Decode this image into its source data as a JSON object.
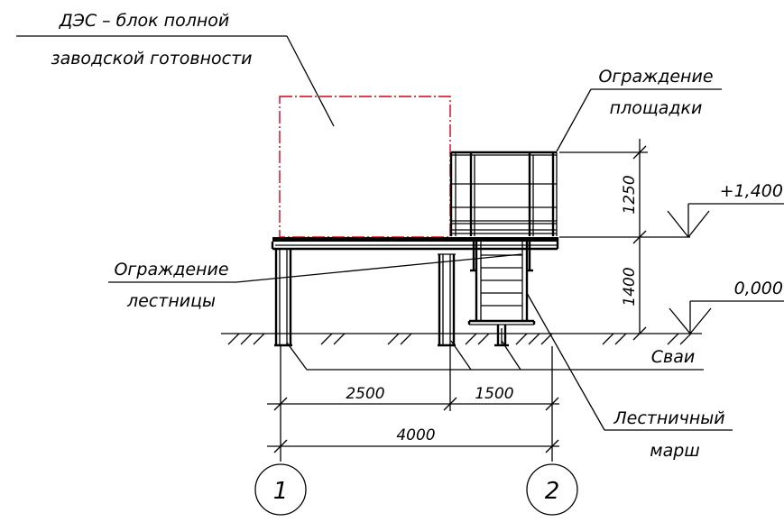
{
  "labels": {
    "des_line1": "ДЭС – блок полной",
    "des_line2": "заводской готовности",
    "platform_fence_line1": "Ограждение",
    "platform_fence_line2": "площадки",
    "stair_fence_line1": "Ограждение",
    "stair_fence_line2": "лестницы",
    "piles": "Сваи",
    "stair_flight_line1": "Лестничный",
    "stair_flight_line2": "марш"
  },
  "dimensions": {
    "height_top": "1250",
    "height_bottom": "1400",
    "span_left": "2500",
    "span_right": "1500",
    "span_total": "4000"
  },
  "elevations": {
    "upper": "+1,400",
    "ground": "0,000"
  },
  "axes": {
    "left": "1",
    "right": "2"
  },
  "colors": {
    "outline": "#000000",
    "des_block": "#d4001a"
  }
}
